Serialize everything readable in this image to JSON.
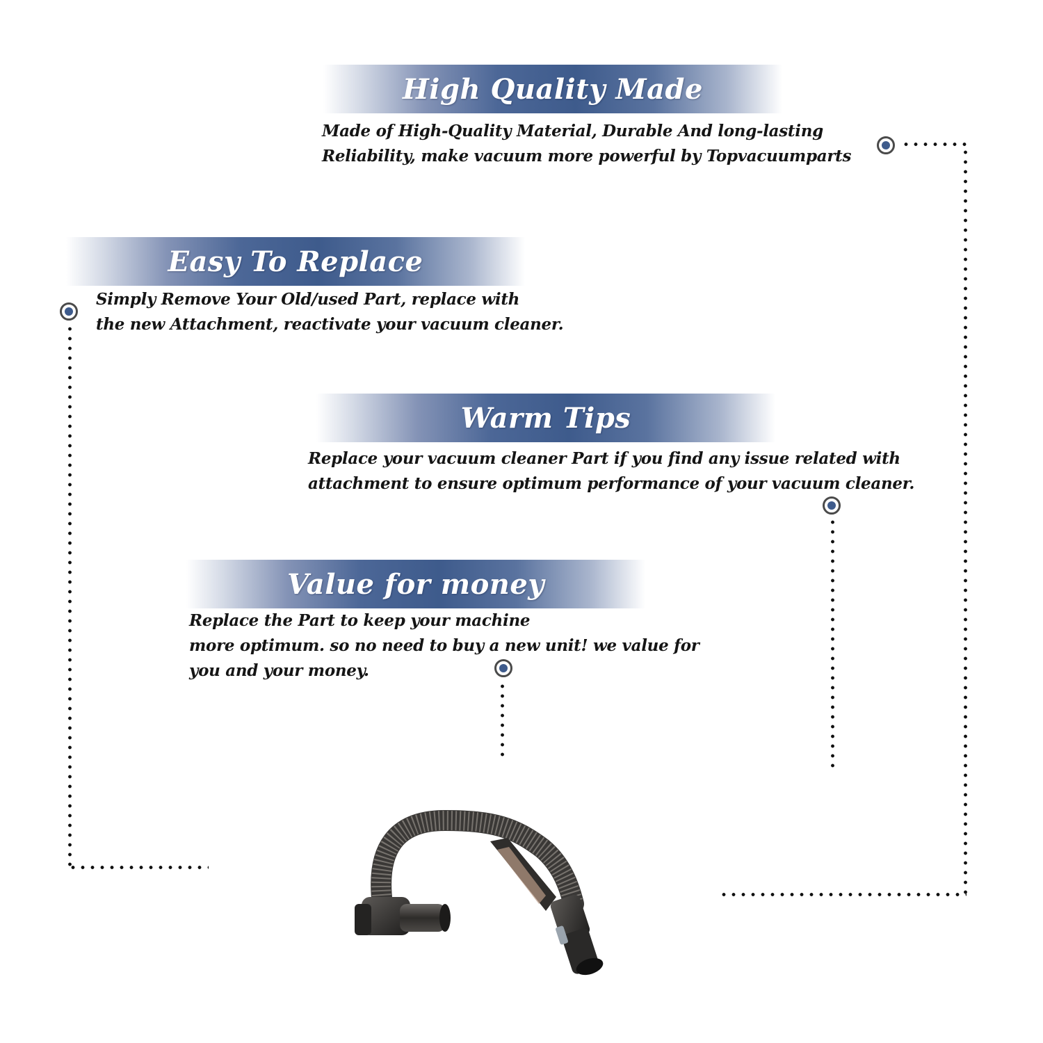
{
  "sections": [
    {
      "title": "High Quality Made",
      "lines": [
        "Made of  High-Quality Material, Durable And long-lasting",
        "Reliability, make vacuum more powerful by Topvacuumparts"
      ]
    },
    {
      "title": "Easy To Replace",
      "lines": [
        "Simply Remove Your Old/used Part, replace with",
        "the new Attachment, reactivate your vacuum cleaner."
      ]
    },
    {
      "title": "Warm Tips",
      "lines": [
        "Replace your vacuum cleaner Part if you find any issue related with",
        " attachment to ensure optimum performance of your vacuum cleaner."
      ]
    },
    {
      "title": "Value for money",
      "lines": [
        "Replace the Part to keep your machine",
        "more optimum. so no need to buy a new unit! we value for",
        "you and your money."
      ]
    }
  ],
  "colors": {
    "banner": "#3e5b8c",
    "marker": "#3e5b8c",
    "text": "#151515",
    "hose": "#3c3a38"
  }
}
